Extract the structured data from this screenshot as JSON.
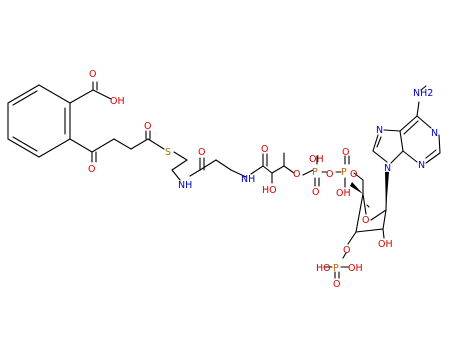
{
  "molecule": {
    "colors": {
      "bond": "#000000",
      "oxygen": "#d40000",
      "nitrogen": "#0000cc",
      "sulfur": "#8c7a00",
      "phosphorus": "#c86400"
    },
    "labels": {
      "cooh": "OH",
      "cooh_o": "O",
      "ketone1_o": "O",
      "ketone2_o": "O",
      "thio_s": "S",
      "amide1_nh": "NH",
      "amide1_o": "O",
      "amide2_nh": "NH",
      "amide2_o": "O",
      "ho_side": "HO",
      "ester_o1": "O",
      "p1": "P",
      "p1_oh": "OH",
      "p1_o": "O",
      "bridge_o": "O",
      "p2": "P",
      "p2_o": "O",
      "p2_oh": "OH",
      "ester_o2": "O",
      "ring_o": "O",
      "ribose_o3": "O",
      "p3": "P",
      "p3_ho": "HO",
      "p3_oh": "OH",
      "p3_o": "O",
      "ribose_oh": "OH",
      "purine_n9": "N",
      "purine_n7": "N",
      "purine_n1": "N",
      "purine_n3": "N",
      "nh2": "NH2"
    }
  }
}
